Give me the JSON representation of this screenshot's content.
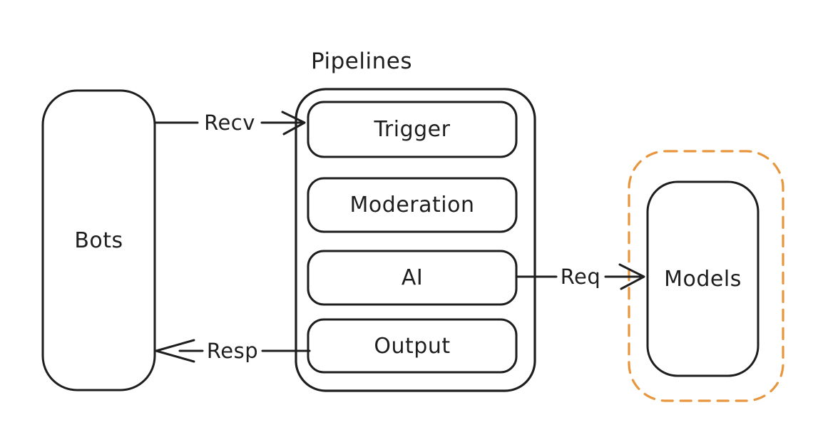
{
  "diagram": {
    "background_color": "#ffffff",
    "stroke_color": "#1e1e1e",
    "accent_color": "#e8963d",
    "style": "hand-drawn",
    "nodes": {
      "bots": {
        "label": "Bots"
      },
      "pipelines": {
        "title": "Pipelines",
        "stages": [
          {
            "label": "Trigger"
          },
          {
            "label": "Moderation"
          },
          {
            "label": "AI"
          },
          {
            "label": "Output"
          }
        ]
      },
      "models": {
        "label": "Models",
        "group_border": "orange-dashed"
      }
    },
    "edges": [
      {
        "label": "Recv",
        "from": "Bots",
        "to": "Trigger",
        "arrow_direction": "right"
      },
      {
        "label": "Req",
        "from": "AI",
        "to": "Models",
        "arrow_direction": "right"
      },
      {
        "label": "Resp",
        "from": "Output",
        "to": "Bots",
        "arrow_direction": "left"
      }
    ]
  }
}
